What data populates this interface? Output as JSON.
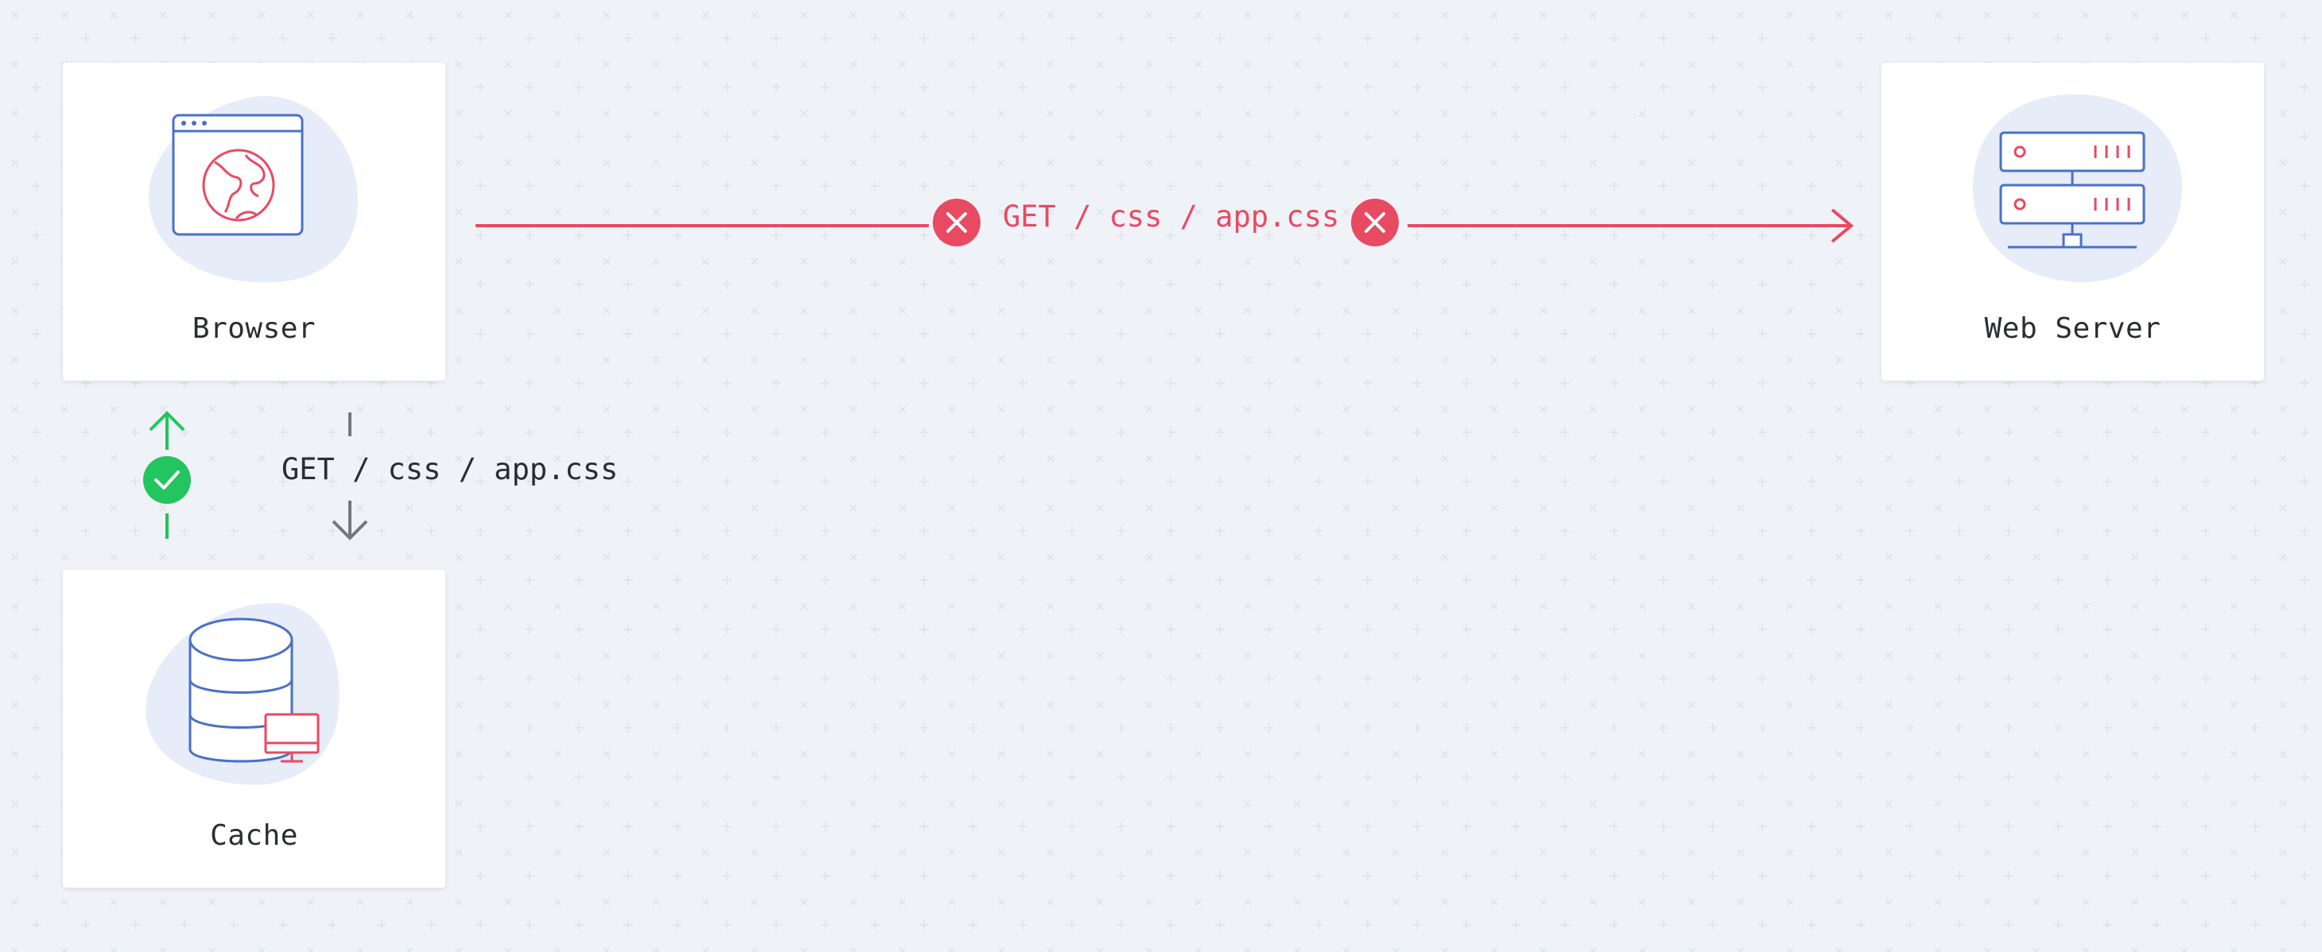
{
  "nodes": {
    "browser": {
      "label": "Browser"
    },
    "web_server": {
      "label": "Web Server"
    },
    "cache": {
      "label": "Cache"
    }
  },
  "edges": {
    "browser_to_server": {
      "label": "GET / css / app.css",
      "status": "failed"
    },
    "browser_to_cache": {
      "label": "GET / css / app.css",
      "response_status": "success"
    }
  },
  "colors": {
    "background": "#eff2f7",
    "node_fill": "#ffffff",
    "icon_blob": "#e6ecf8",
    "icon_blue": "#4a70c8",
    "accent_red": "#e84a62",
    "success_green": "#22c55e",
    "request_gray": "#74777f",
    "text": "#2b2d33"
  },
  "icons": {
    "browser": "browser-globe-icon",
    "web_server": "server-rack-icon",
    "cache": "database-monitor-icon",
    "error": "x-circle-icon",
    "success": "check-circle-icon"
  }
}
